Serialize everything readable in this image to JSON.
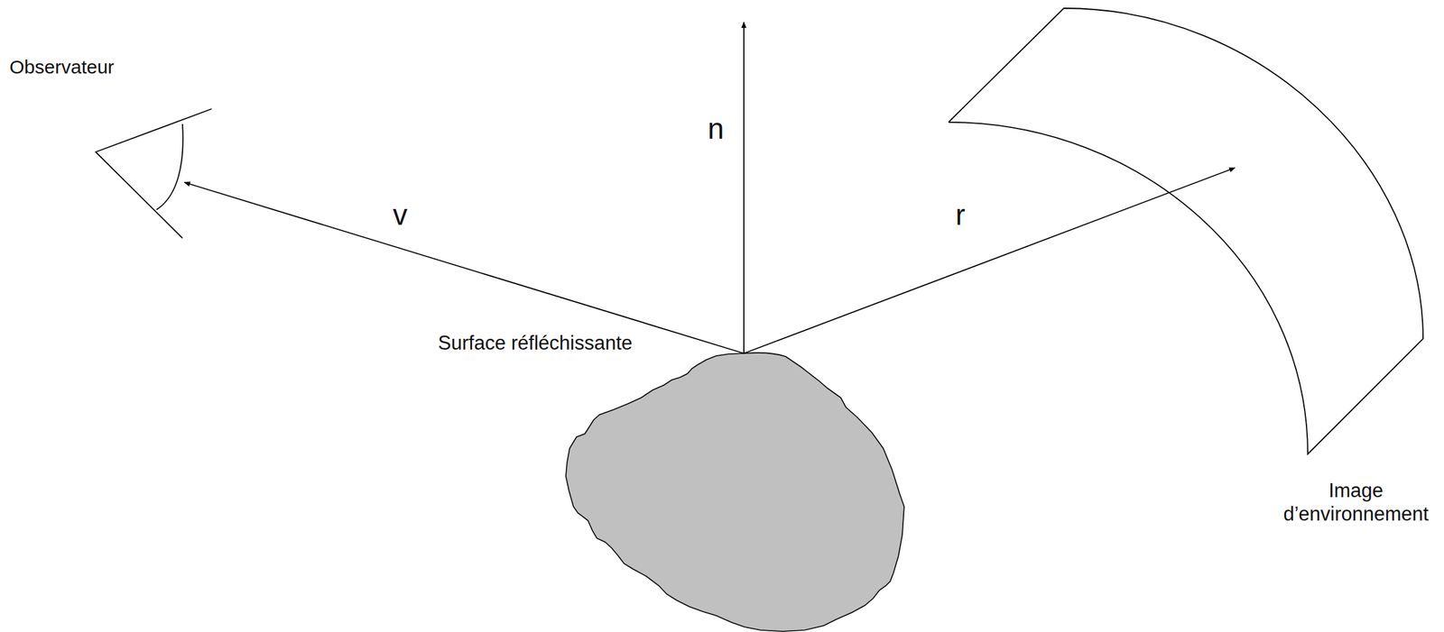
{
  "diagram": {
    "labels": [
      "Observateur",
      "n",
      "v",
      "r",
      "Surface réfléchissante",
      "Image d’environnement"
    ]
  }
}
